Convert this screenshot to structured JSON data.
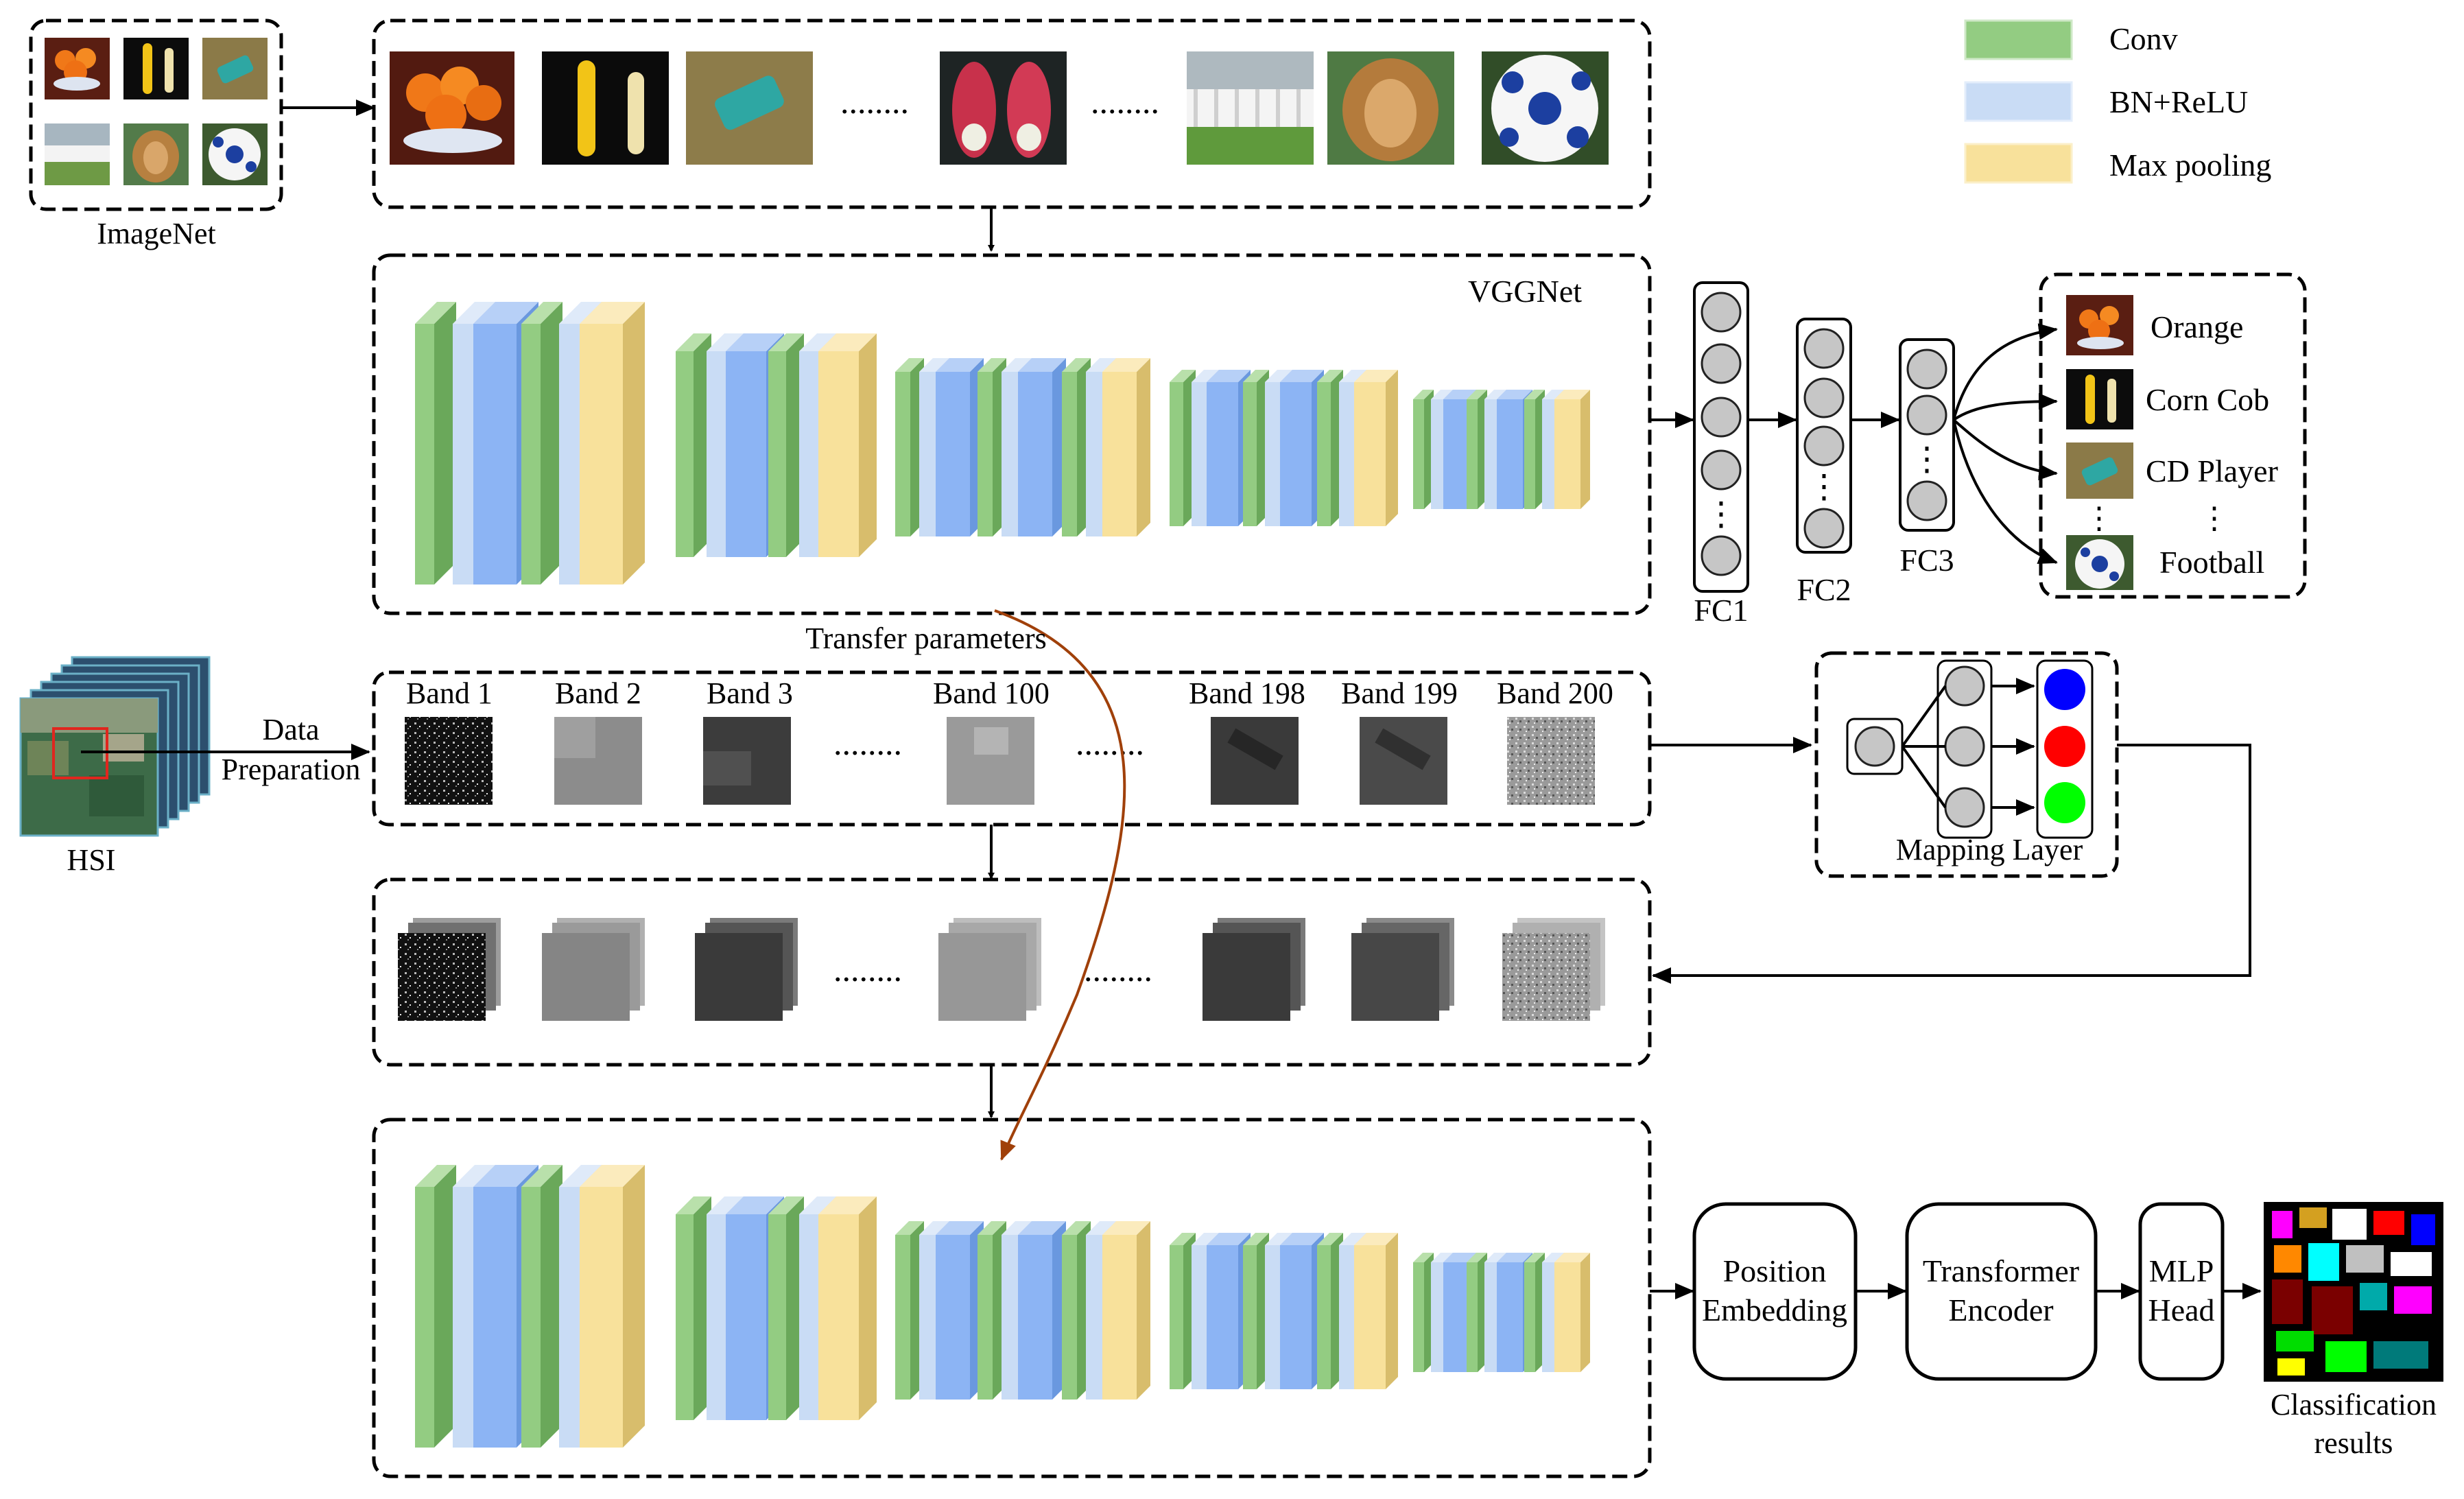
{
  "legend": {
    "conv": "Conv",
    "bnrelu": "BN+ReLU",
    "maxpool": "Max pooling",
    "colors": {
      "conv": "#93cc82",
      "bnrelu": "#c9dcf5",
      "maxpool": "#f8e19b",
      "blue_main": "#8cb4f4"
    }
  },
  "imagenet": {
    "label": "ImageNet"
  },
  "vgg": {
    "label": "VGGNet"
  },
  "fc": {
    "fc1": "FC1",
    "fc2": "FC2",
    "fc3": "FC3",
    "vdots": "⋮"
  },
  "classes": [
    "Orange",
    "Corn Cob",
    "CD Player",
    "Football"
  ],
  "class_vdots": "⋮",
  "hsi": {
    "label": "HSI",
    "data_prep_line1": "Data",
    "data_prep_line2": "Preparation"
  },
  "bands": [
    "Band 1",
    "Band 2",
    "Band 3",
    "Band 100",
    "Band 198",
    "Band 199",
    "Band 200"
  ],
  "ellipsis": "........",
  "transfer_label": "Transfer parameters",
  "mapping": {
    "label": "Mapping Layer",
    "dot_colors": [
      "#0000ff",
      "#ff0000",
      "#00ff00"
    ]
  },
  "pipeline": {
    "pos_line1": "Position",
    "pos_line2": "Embedding",
    "trans_line1": "Transformer",
    "trans_line2": "Encoder",
    "mlp_line1": "MLP",
    "mlp_line2": "Head",
    "result_line1": "Classification",
    "result_line2": "results"
  },
  "transfer_arrow_color": "#a0400a"
}
